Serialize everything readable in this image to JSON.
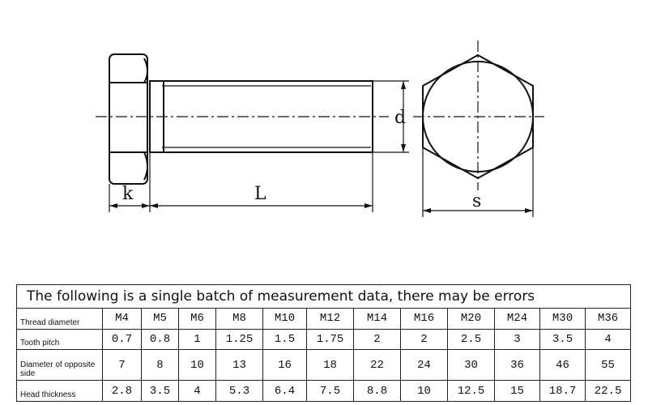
{
  "drawing": {
    "labels": {
      "k": "k",
      "L": "L",
      "d": "d",
      "s": "s"
    }
  },
  "table": {
    "caption": "The following is a single batch of measurement data, there may be errors",
    "rows": [
      {
        "label": "Thread diameter",
        "values": [
          "M4",
          "M5",
          "M6",
          "M8",
          "M10",
          "M12",
          "M14",
          "M16",
          "M20",
          "M24",
          "M30",
          "M36"
        ]
      },
      {
        "label": "Tooth pitch",
        "values": [
          "0.7",
          "0.8",
          "1",
          "1.25",
          "1.5",
          "1.75",
          "2",
          "2",
          "2.5",
          "3",
          "3.5",
          "4"
        ]
      },
      {
        "label": "Diameter of opposite side",
        "values": [
          "7",
          "8",
          "10",
          "13",
          "16",
          "18",
          "22",
          "24",
          "30",
          "36",
          "46",
          "55"
        ]
      },
      {
        "label": "Head thickness",
        "values": [
          "2.8",
          "3.5",
          "4",
          "5.3",
          "6.4",
          "7.5",
          "8.8",
          "10",
          "12.5",
          "15",
          "18.7",
          "22.5"
        ]
      }
    ]
  }
}
